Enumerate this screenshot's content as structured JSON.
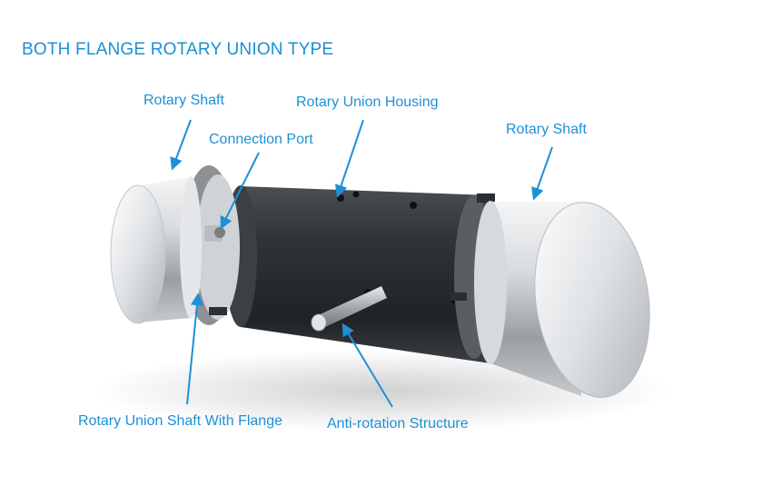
{
  "title": "BOTH FLANGE ROTARY UNION TYPE",
  "labels": {
    "rotary_shaft_left": "Rotary Shaft",
    "connection_port": "Connection Port",
    "housing": "Rotary Union Housing",
    "rotary_shaft_right": "Rotary Shaft",
    "shaft_flange": "Rotary Union Shaft With Flange",
    "anti_rotation": "Anti-rotation Structure"
  },
  "colors": {
    "label_blue": "#1e90d8",
    "housing_dark": "#2b2f33",
    "steel": "#c9ccd0"
  }
}
